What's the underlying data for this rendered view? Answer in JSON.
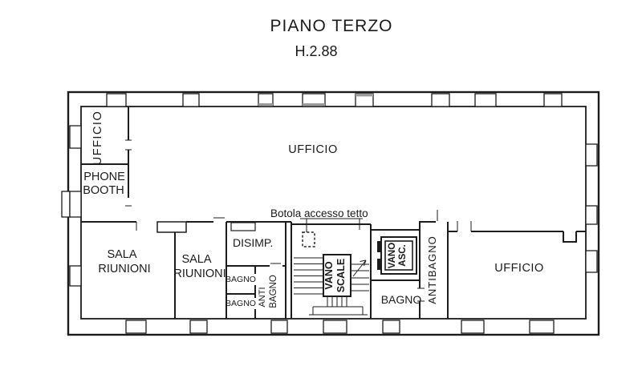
{
  "title": "PIANO TERZO",
  "subtitle": "H.2.88",
  "labels": {
    "ufficio_small": "UFFICIO",
    "phone_booth_1": "PHONE",
    "phone_booth_2": "BOOTH",
    "ufficio_main": "UFFICIO",
    "botola_note": "Botola accesso tetto",
    "sala_1a": "SALA",
    "sala_1b": "RIUNIONI",
    "sala_2a": "SALA",
    "sala_2b": "RIUNIONI",
    "disimp": "DISIMP.",
    "bagno_a": "BAGNO",
    "bagno_b": "BAGNO",
    "antibagno_left_1": "ANTI",
    "antibagno_left_2": "BAGNO",
    "vano_scale_1": "VANO",
    "vano_scale_2": "SCALE",
    "vano_asc_1": "VANO",
    "vano_asc_2": "ASC.",
    "bagno_right": "BAGNO",
    "antibagno_right": "ANTIBAGNO",
    "ufficio_right": "UFFICIO"
  },
  "colors": {
    "ink": "#1c1c1c",
    "window_shade": "#9a9a9a",
    "paper": "#ffffff"
  }
}
